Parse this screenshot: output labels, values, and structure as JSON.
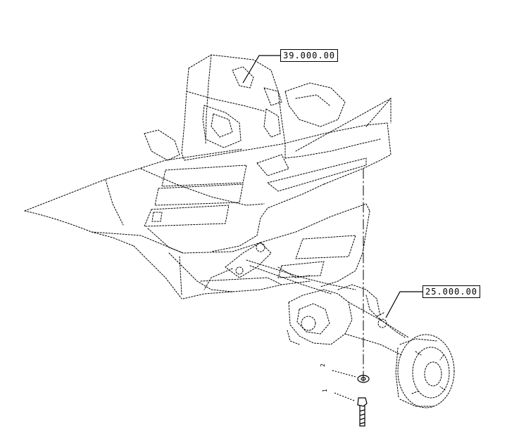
{
  "callouts": {
    "frame_ref": "39.000.00",
    "axle_ref": "25.000.00"
  },
  "item_numbers": {
    "washer": "2",
    "bolt": "1"
  }
}
